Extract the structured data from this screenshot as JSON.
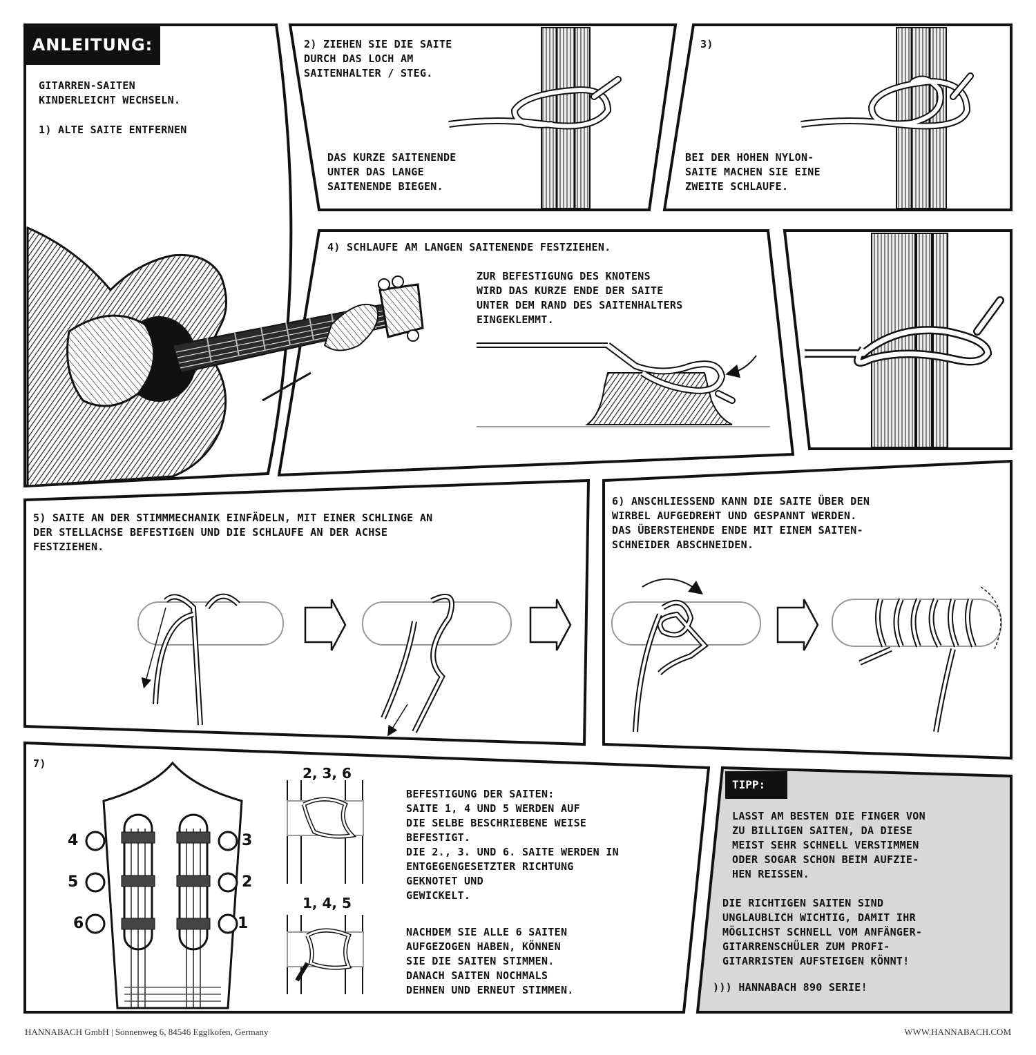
{
  "header": {
    "title": "ANLEITUNG:"
  },
  "panel1": {
    "intro": "GITARREN-SAITEN\nKINDERLEICHT WECHSELN.",
    "step1": "1) ALTE SAITE ENTFERNEN"
  },
  "panel2": {
    "heading": "2) ZIEHEN SIE DIE SAITE\nDURCH DAS LOCH AM\nSAITENHALTER / STEG.",
    "caption": "DAS KURZE SAITENENDE\nUNTER DAS LANGE\nSAITENENDE BIEGEN."
  },
  "panel3": {
    "heading": "3)",
    "caption": "BEI DER HOHEN NYLON-\nSAITE MACHEN SIE EINE\nZWEITE SCHLAUFE."
  },
  "panel4": {
    "heading": "4) SCHLAUFE AM LANGEN SAITENENDE FESTZIEHEN.",
    "caption": "ZUR BEFESTIGUNG DES KNOTENS\nWIRD DAS KURZE ENDE DER SAITE\nUNTER DEM RAND DES SAITENHALTERS\nEINGEKLEMMT."
  },
  "panel5": {
    "text": "5) SAITE AN DER STIMMMECHANIK EINFÄDELN, MIT EINER SCHLINGE AN\n   DER STELLACHSE BEFESTIGEN UND DIE SCHLAUFE AN DER ACHSE\n   FESTZIEHEN."
  },
  "panel6": {
    "text": "6) ANSCHLIESSEND KANN DIE SAITE ÜBER DEN\n   WIRBEL AUFGEDREHT UND GESPANNT WERDEN.\n   DAS ÜBERSTEHENDE ENDE MIT EINEM SAITEN-\n   SCHNEIDER ABSCHNEIDEN."
  },
  "panel7": {
    "heading": "7)",
    "label_a": "2, 3, 6",
    "label_b": "1, 4, 5",
    "peg_numbers": [
      "4",
      "5",
      "6",
      "3",
      "2",
      "1"
    ],
    "text_a": "BEFESTIGUNG DER SAITEN:\nSAITE 1, 4 UND 5 WERDEN AUF\nDIE SELBE BESCHRIEBENE WEISE\nBEFESTIGT.\nDIE 2., 3. UND 6. SAITE WERDEN IN\nENTGEGENGESETZTER RICHTUNG\nGEKNOTET UND\nGEWICKELT.",
    "text_b": "NACHDEM SIE ALLE 6 SAITEN\nAUFGEZOGEN HABEN, KÖNNEN\nSIE DIE SAITEN STIMMEN.\nDANACH SAITEN NOCHMALS\nDEHNEN UND ERNEUT STIMMEN."
  },
  "tipp": {
    "label": "TIPP:",
    "p1": "LASST AM BESTEN DIE FINGER VON\nZU BILLIGEN SAITEN, DA DIESE\nMEIST SEHR SCHNELL VERSTIMMEN\nODER SOGAR SCHON BEIM AUFZIE-\nHEN REISSEN.",
    "p2": "DIE RICHTIGEN SAITEN SIND\nUNGLAUBLICH WICHTIG, DAMIT IHR\nMÖGLICHST SCHNELL VOM ANFÄNGER-\nGITARRENSCHÜLER ZUM PROFI-\nGITARRISTEN AUFSTEIGEN KÖNNT!",
    "p3": "))) HANNABACH 890 SERIE!"
  },
  "footer": {
    "address": "HANNABACH GmbH | Sonnenweg 6, 84546 Egglkofen, Germany",
    "url": "WWW.HANNABACH.COM"
  }
}
